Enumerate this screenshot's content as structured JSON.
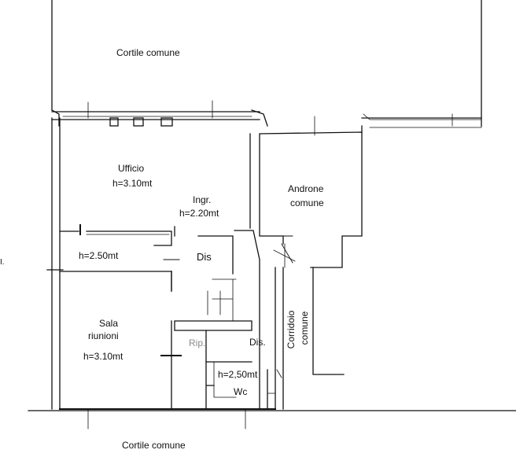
{
  "labels": {
    "cortile_top": "Cortile comune",
    "cortile_bottom": "Cortile comune",
    "ufficio": "Ufficio",
    "ufficio_h": "h=3.10mt",
    "ingr": "Ingr.",
    "ingr_h": "h=2.20mt",
    "androne_1": "Androne",
    "androne_2": "comune",
    "dis_main": "Dis",
    "h_250_left": "h=2.50mt",
    "sala_1": "Sala",
    "sala_2": "riunioni",
    "sala_h": "h=3.10mt",
    "rip": "Rip.",
    "dis_small": "Dis.",
    "wc_h": "h=2,50mt",
    "wc": "Wc",
    "corridoio_1": "Corridoio",
    "corridoio_2": "comune",
    "margin_mark": "I."
  }
}
